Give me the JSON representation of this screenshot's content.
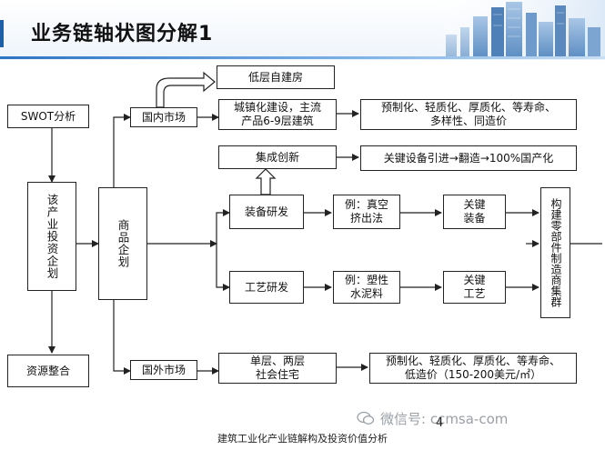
{
  "title": "业务链轴状图分解1",
  "footer": "建筑工业化产业链解构及投资价值分析",
  "page_number": "4",
  "watermark": "微信号: ccmsa-com",
  "nodes": {
    "swot": "SWOT分析",
    "industry_plan": "该产业投资企划",
    "resource": "资源整合",
    "product_plan": "商品企划",
    "domestic": "国内市场",
    "foreign": "国外市场",
    "low_rise": "低层自建房",
    "urban_line1": "城镇化建设，主流",
    "urban_line2": "产品6-9层建筑",
    "prefab_line1": "预制化、轻质化、厚质化、等寿命、",
    "prefab_line2": "多样性、同造价",
    "integration": "集成创新",
    "key_equipment": "关键设备引进→翻造→100%国产化",
    "equip_rd": "装备研发",
    "example_vac_line1": "例：真空",
    "example_vac_line2": "挤出法",
    "key_equip_line1": "关键",
    "key_equip_line2": "装备",
    "craft_rd": "工艺研发",
    "example_plastic_line1": "例：塑性",
    "example_plastic_line2": "水泥料",
    "key_craft_line1": "关键",
    "key_craft_line2": "工艺",
    "cluster": "构建零部件制造商集群",
    "housing_line1": "单层、两层",
    "housing_line2": "社会住宅",
    "foreign_prefab_line1": "预制化、轻质化、厚质化、等寿命、",
    "foreign_prefab_line2": "低造价（150-200美元/㎡）"
  },
  "colors": {
    "accent": "#1f5fa8",
    "line": "#222222"
  }
}
